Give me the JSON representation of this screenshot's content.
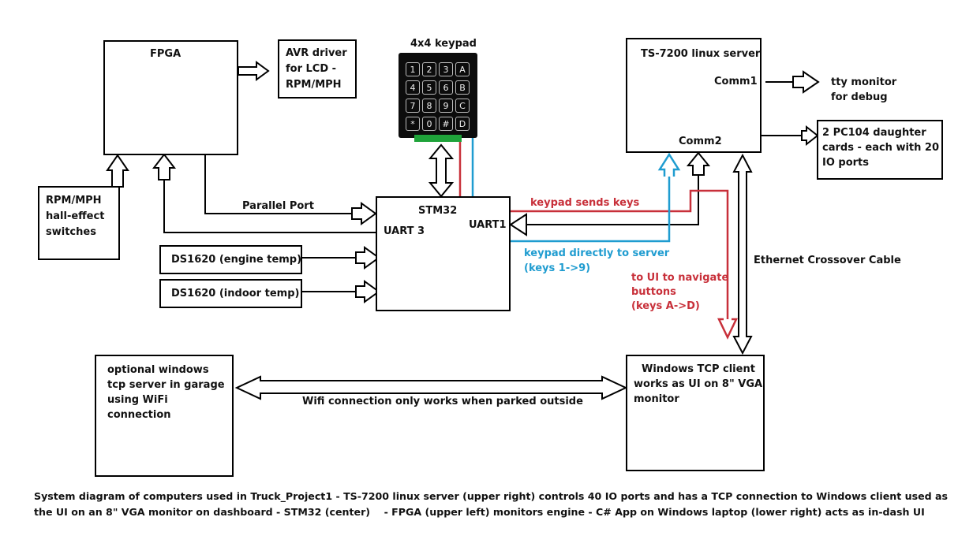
{
  "blocks": {
    "fpga": "FPGA",
    "avr": [
      "AVR driver",
      "for LCD -",
      "RPM/MPH"
    ],
    "keypad_title": "4x4 keypad",
    "ts7200": {
      "title": "TS-7200 linux server",
      "comm1": "Comm1",
      "comm2": "Comm2"
    },
    "tty": [
      "tty monitor",
      "for debug"
    ],
    "pc104": [
      "2 PC104 daughter",
      "cards - each with 20",
      "IO ports"
    ],
    "rpm": [
      "RPM/MPH",
      "hall-effect",
      "switches"
    ],
    "stm32": {
      "title": "STM32",
      "uart3": "UART 3",
      "uart1": "UART1"
    },
    "ds1620_engine": "DS1620 (engine temp)",
    "ds1620_indoor": "DS1620 (indoor temp)",
    "optional_server": [
      "optional windows",
      "tcp server in garage",
      "using WiFi",
      "connection"
    ],
    "windows_client": [
      "Windows TCP client",
      "works as UI on 8\" VGA",
      "monitor"
    ]
  },
  "keypad_keys": [
    "1",
    "2",
    "3",
    "A",
    "4",
    "5",
    "6",
    "B",
    "7",
    "8",
    "9",
    "C",
    "*",
    "0",
    "#",
    "D"
  ],
  "labels": {
    "parallel_port": "Parallel Port",
    "keypad_sends_keys": "keypad sends keys",
    "keypad_directly": [
      "keypad directly to server",
      "(keys 1->9)"
    ],
    "to_ui": [
      "to UI to navigate",
      "buttons",
      "(keys A->D)"
    ],
    "ethernet": "Ethernet Crossover Cable",
    "wifi": "Wifi connection only works when parked outside"
  },
  "caption": [
    "System diagram of computers used in Truck_Project1 - TS-7200 linux server (upper right) controls 40 IO ports and has a TCP connection to Windows client used as",
    "the UI on an 8\" VGA monitor on dashboard - STM32 (center)    - FPGA (upper left) monitors engine - C# App on Windows laptop (lower right) acts as in-dash UI"
  ],
  "colors": {
    "red": "#c8303a",
    "blue": "#1f9cd0",
    "black": "#000000",
    "keypad_green": "#1fa33a"
  }
}
